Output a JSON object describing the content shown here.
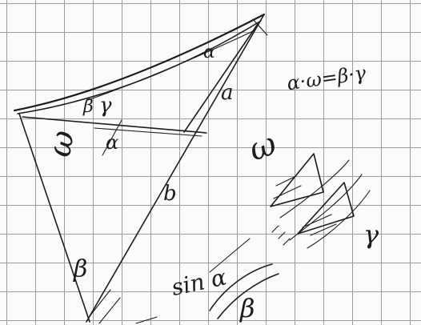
{
  "labels": {
    "angle_alpha_top": "α",
    "angle_beta": "β",
    "angle_gamma_top": "γ",
    "angle_alpha_mid": "α",
    "side_a": "a",
    "side_b": "b",
    "omega_left": "ω",
    "omega_right": "ω",
    "beta_left": "β",
    "gamma_right": "γ",
    "sin_alpha": "sin α",
    "beta_bottom": "β",
    "equation": "α·ω=β·γ"
  }
}
